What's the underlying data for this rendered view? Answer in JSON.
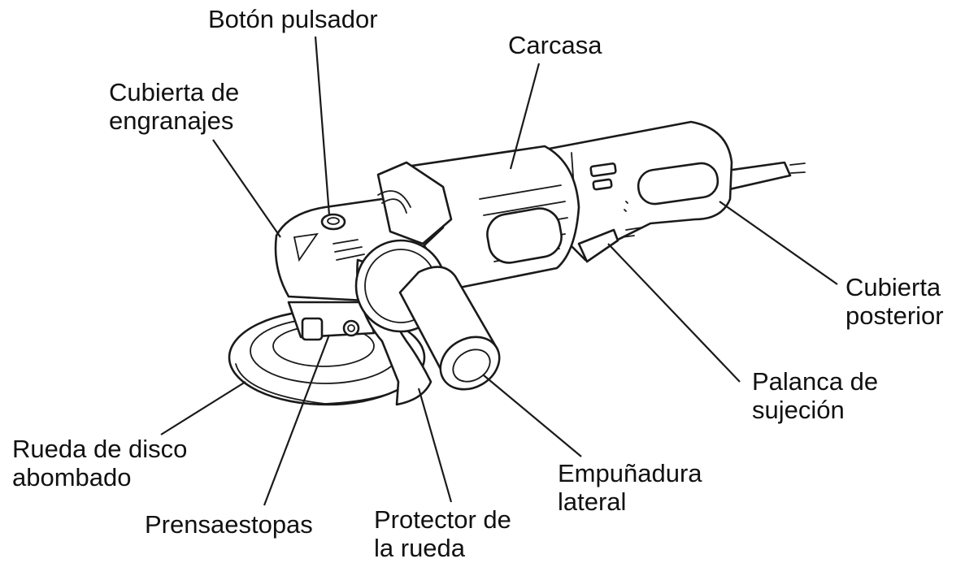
{
  "labels": {
    "push_button": "Botón pulsador",
    "housing": "Carcasa",
    "gear_cover": [
      "Cubierta de",
      "engranajes"
    ],
    "rear_cover": [
      "Cubierta",
      "posterior"
    ],
    "lever": [
      "Palanca de",
      "sujeción"
    ],
    "wheel": [
      "Rueda de disco",
      "abombado"
    ],
    "gland": "Prensaestopas",
    "guard": [
      "Protector de",
      "la rueda"
    ],
    "side_grip": [
      "Empuñadura",
      "lateral"
    ]
  },
  "colors": {
    "ink": "#1a1a1a",
    "background": "#ffffff"
  }
}
